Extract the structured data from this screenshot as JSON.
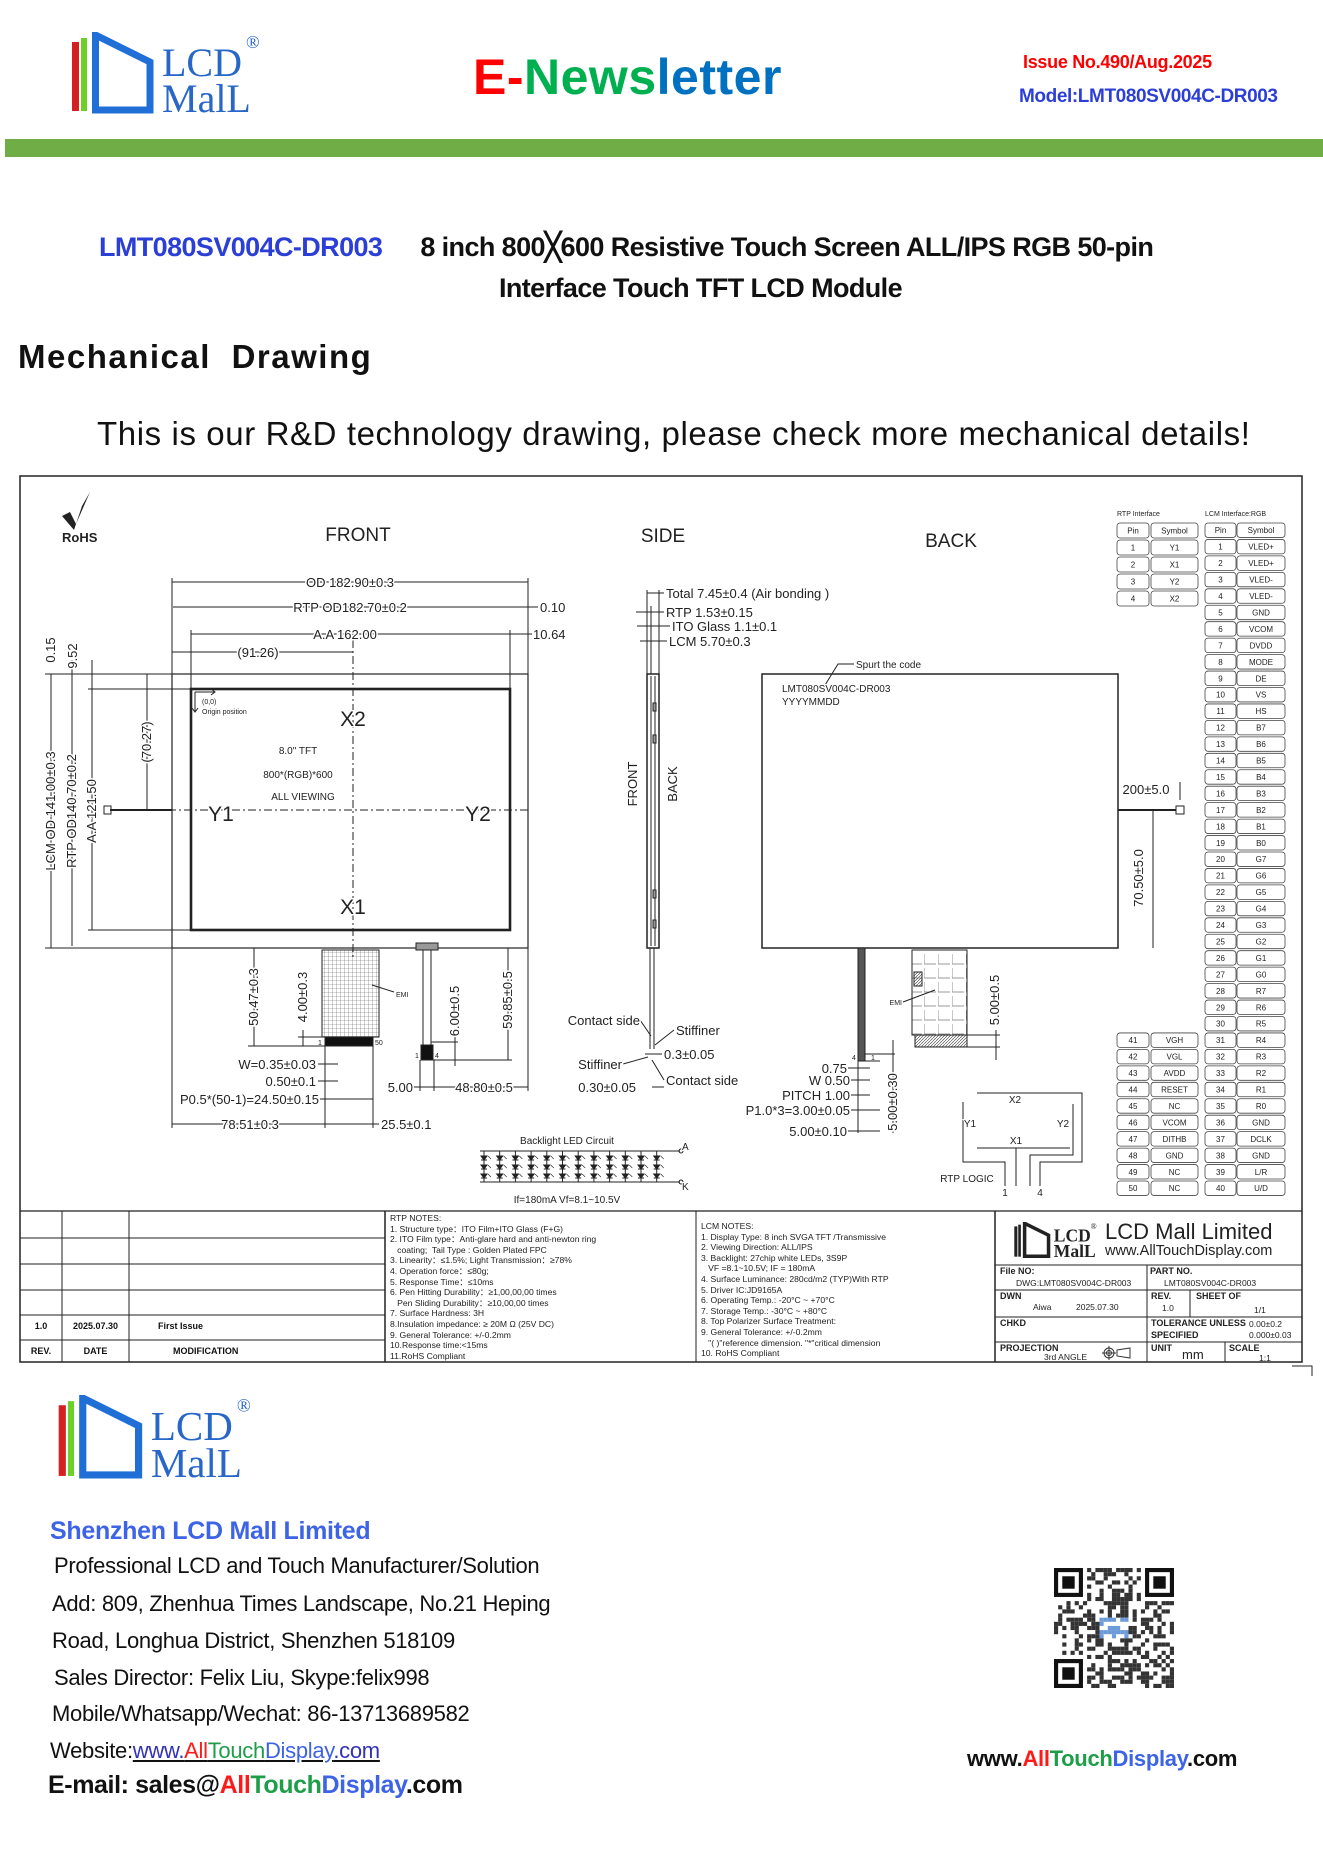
{
  "header": {
    "logo": {
      "line1": "LCD",
      "line2": "MalL",
      "reg": "®"
    },
    "title_e": "E",
    "title_dash": "-",
    "title_news": "News",
    "title_letter": "letter",
    "issue": "Issue  No.490/Aug.2025",
    "model": "Model:LMT080SV004C-DR003"
  },
  "product": {
    "part_no": "LMT080SV004C-DR003",
    "title_line1": "8 inch 800╳600 Resistive Touch Screen ALL/IPS RGB 50-pin",
    "title_line2": "Interface Touch TFT LCD Module"
  },
  "section_title": "Mechanical   Drawing",
  "intro": "This is our R&D technology drawing, please check more mechanical details!",
  "drawing": {
    "rohs": "RoHS",
    "front": "FRONT",
    "side": "SIDE",
    "back": "BACK",
    "od": "OD 182.90±0.3",
    "rtp_od": "RTP OD182.70±0.2",
    "aa_w": "A.A 162.00",
    "d_0_10": "0.10",
    "d_10_64": "10.64",
    "d_91_26": "(91.26)",
    "d_0_15": "0.15",
    "d_9_52": "9.52",
    "lcm_od_h": "LCM OD 141.00±0.3",
    "rtp_od_h": "RTP OD140.70±0.2",
    "aa_h": "A.A 121.50",
    "d_70_27": "(70.27)",
    "x2": "X2",
    "x1": "X1",
    "y1": "Y1",
    "y2": "Y2",
    "tft": "8.0\" TFT",
    "res": "800*(RGB)*600",
    "viewing": "ALL VIEWING",
    "origin1": "(0,0)",
    "origin2": "Origin position",
    "emi": "EMI",
    "pin1": "1",
    "pin50": "50",
    "d_50_47": "50.47±0.3",
    "d_4_00": "4.00±0.3",
    "d_6_00": "6.00±0.5",
    "d_59_85": "59.85±0.5",
    "w035": "W=0.35±0.03",
    "d_050": "0.50±0.1",
    "pitch50": "P0.5*(50-1)=24.50±0.15",
    "d_78_51": "78.51±0.3",
    "d_25_5": "25.5±0.1",
    "d_5_00": "5.00",
    "d_48_80": "48.80±0.5",
    "rtp_tail_1": "1",
    "rtp_tail_4": "4",
    "total": "Total 7.45±0.4 (Air bonding )",
    "rtp_t": "RTP 1.53±0.15",
    "ito": "ITO Glass 1.1±0.1",
    "lcm_t": "LCM 5.70±0.3",
    "side_front": "FRONT",
    "side_back": "BACK",
    "contact1": "Contact side",
    "stiff1": "Stiffiner",
    "d_03": "0.3±0.05",
    "stiff2": "Stiffiner",
    "contact2": "Contact side",
    "d_030": "0.30±0.05",
    "spurt": "Spurt the code",
    "code1": "LMT080SV004C-DR003",
    "code2": "YYYYMMDD",
    "d_200": "200±5.0",
    "d_70_50": "70.50±5.0",
    "d_075": "0.75",
    "w050": "W 0.50",
    "pitch100": "PITCH 1.00",
    "p10": "P1.0*3=3.00±0.05",
    "d_5_010": "5.00±0.10",
    "d_5_030": "5.00±0.30",
    "back_tail_4": "4",
    "back_tail_1": "1",
    "emi2": "EMI",
    "d_5_05": "5.00±0.5",
    "logic_x2": "X2",
    "logic_y1": "Y1",
    "logic_y2": "Y2",
    "logic_x1": "X1",
    "rtp_logic": "RTP LOGIC",
    "logic_1": "1",
    "logic_4": "4",
    "led_title": "Backlight LED Circuit",
    "led_a": "A",
    "led_k": "K",
    "led_spec": "If=180mA  Vf=8.1~10.5V"
  },
  "pins": {
    "rtp_title": "RTP Interface",
    "lcm_title": "LCM Interface:RGB",
    "col_pin": "Pin",
    "col_symbol": "Symbol",
    "rtp": [
      [
        "1",
        "Y1"
      ],
      [
        "2",
        "X1"
      ],
      [
        "3",
        "Y2"
      ],
      [
        "4",
        "X2"
      ]
    ],
    "lcm": [
      [
        "1",
        "VLED+"
      ],
      [
        "2",
        "VLED+"
      ],
      [
        "3",
        "VLED-"
      ],
      [
        "4",
        "VLED-"
      ],
      [
        "5",
        "GND"
      ],
      [
        "6",
        "VCOM"
      ],
      [
        "7",
        "DVDD"
      ],
      [
        "8",
        "MODE"
      ],
      [
        "9",
        "DE"
      ],
      [
        "10",
        "VS"
      ],
      [
        "11",
        "HS"
      ],
      [
        "12",
        "B7"
      ],
      [
        "13",
        "B6"
      ],
      [
        "14",
        "B5"
      ],
      [
        "15",
        "B4"
      ],
      [
        "16",
        "B3"
      ],
      [
        "17",
        "B2"
      ],
      [
        "18",
        "B1"
      ],
      [
        "19",
        "B0"
      ],
      [
        "20",
        "G7"
      ],
      [
        "21",
        "G6"
      ],
      [
        "22",
        "G5"
      ],
      [
        "23",
        "G4"
      ],
      [
        "24",
        "G3"
      ],
      [
        "25",
        "G2"
      ],
      [
        "26",
        "G1"
      ],
      [
        "27",
        "G0"
      ],
      [
        "28",
        "R7"
      ],
      [
        "29",
        "R6"
      ],
      [
        "30",
        "R5"
      ],
      [
        "31",
        "R4"
      ],
      [
        "32",
        "R3"
      ],
      [
        "33",
        "R2"
      ],
      [
        "34",
        "R1"
      ],
      [
        "35",
        "R0"
      ],
      [
        "36",
        "GND"
      ],
      [
        "37",
        "DCLK"
      ],
      [
        "38",
        "GND"
      ],
      [
        "39",
        "L/R"
      ],
      [
        "40",
        "U/D"
      ]
    ],
    "lcm2": [
      [
        "41",
        "VGH"
      ],
      [
        "42",
        "VGL"
      ],
      [
        "43",
        "AVDD"
      ],
      [
        "44",
        "RESET"
      ],
      [
        "45",
        "NC"
      ],
      [
        "46",
        "VCOM"
      ],
      [
        "47",
        "DITHB"
      ],
      [
        "48",
        "GND"
      ],
      [
        "49",
        "NC"
      ],
      [
        "50",
        "NC"
      ]
    ]
  },
  "notes": {
    "rtp_title": "RTP NOTES:",
    "rtp": [
      "1. Structure type：ITO Film+ITO Glass (F+G)",
      "2. ITO Film type：Anti-glare hard and anti-newton ring",
      "   coating;  Tail Type : Golden Plated FPC",
      "3. Linearity：≤1.5%; Light Transmission：≥78%",
      "4. Operation force：≤80g;",
      "5. Response Time：≤10ms",
      "6. Pen Hitting Durability：≥1,00,00,00 times",
      "   Pen Sliding Durability：≥10,00,00 times",
      "7. Surface Hardness: 3H",
      "8.Insulation impedance: ≥ 20M Ω (25V DC)",
      "9. General Tolerance: +/-0.2mm",
      "10.Response time:<15ms",
      "11.RoHS Compliant"
    ],
    "lcm_title": "LCM NOTES:",
    "lcm": [
      "1. Display Type: 8 inch SVGA TFT /Transmissive",
      "2. Viewing Direction: ALL/IPS",
      "3. Backlight: 27chip white LEDs, 3S9P",
      "   VF =8.1~10.5V; IF = 180mA",
      "4. Surface Luminance: 280cd/m2 (TYP)With RTP",
      "5. Driver IC:JD9165A",
      "6. Operating Temp.: -20°C ~ +70°C",
      "7. Storage Temp.: -30°C ~ +80°C",
      "8. Top Polarizer Surface Treatment:",
      "9. General Tolerance: +/-0.2mm",
      "   \"( )\"reference dimension. \"*\"critical dimension",
      "10. RoHS Compliant"
    ]
  },
  "revision": {
    "rev": "1.0",
    "date": "2025.07.30",
    "modification": "First Issue",
    "h_rev": "REV.",
    "h_date": "DATE",
    "h_mod": "MODIFICATION"
  },
  "title_block": {
    "company": "LCD Mall Limited",
    "website": "www.AllTouchDisplay.com",
    "file_no_label": "File NO:",
    "file_no": "DWG:LMT080SV004C-DR003",
    "part_no_label": "PART NO.",
    "part_no": "LMT080SV004C-DR003",
    "dwn_label": "DWN",
    "dwn_name": "Aiwa",
    "dwn_date": "2025.07.30",
    "rev_label": "REV.",
    "rev": "1.0",
    "sheet_label": "SHEET OF",
    "sheet": "1/1",
    "chkd_label": "CHKD",
    "tol_label1": "TOLERANCE UNLESS",
    "tol_label2": "SPECIFIED",
    "tol1": "0.00±0.2",
    "tol2": "0.000±0.03",
    "proj_label": "PROJECTION",
    "proj": "3rd ANGLE",
    "unit_label": "UNIT",
    "unit": "mm",
    "scale_label": "SCALE",
    "scale": "1:1"
  },
  "footer": {
    "company": "Shenzhen  LCD  Mall  Limited",
    "line1": "Professional  LCD and Touch  Manufacturer/Solution",
    "line2": "Add: 809, Zhenhua Times Landscape,    No.21    Heping",
    "line3": "Road, Longhua  District, Shenzhen 518109",
    "line4": "Sales Director: Felix Liu, Skype:felix998",
    "line5": "Mobile/Whatsapp/Wechat: 86-13713689582",
    "website_label": "Website:",
    "web_www": "www.",
    "web_all": "All",
    "web_touch": "Touch",
    "web_display": "Display",
    "web_com": ".com",
    "email_label": "E-mail: sales@",
    "email_all": "All",
    "email_touch": "Touch",
    "email_display": "Display",
    "email_com": ".com"
  },
  "colors": {
    "red": "#ff1a1a",
    "green": "#1f9e4a",
    "blue": "#3d63e6",
    "bar": "#70ad47",
    "part_blue": "#2b3fd6"
  }
}
